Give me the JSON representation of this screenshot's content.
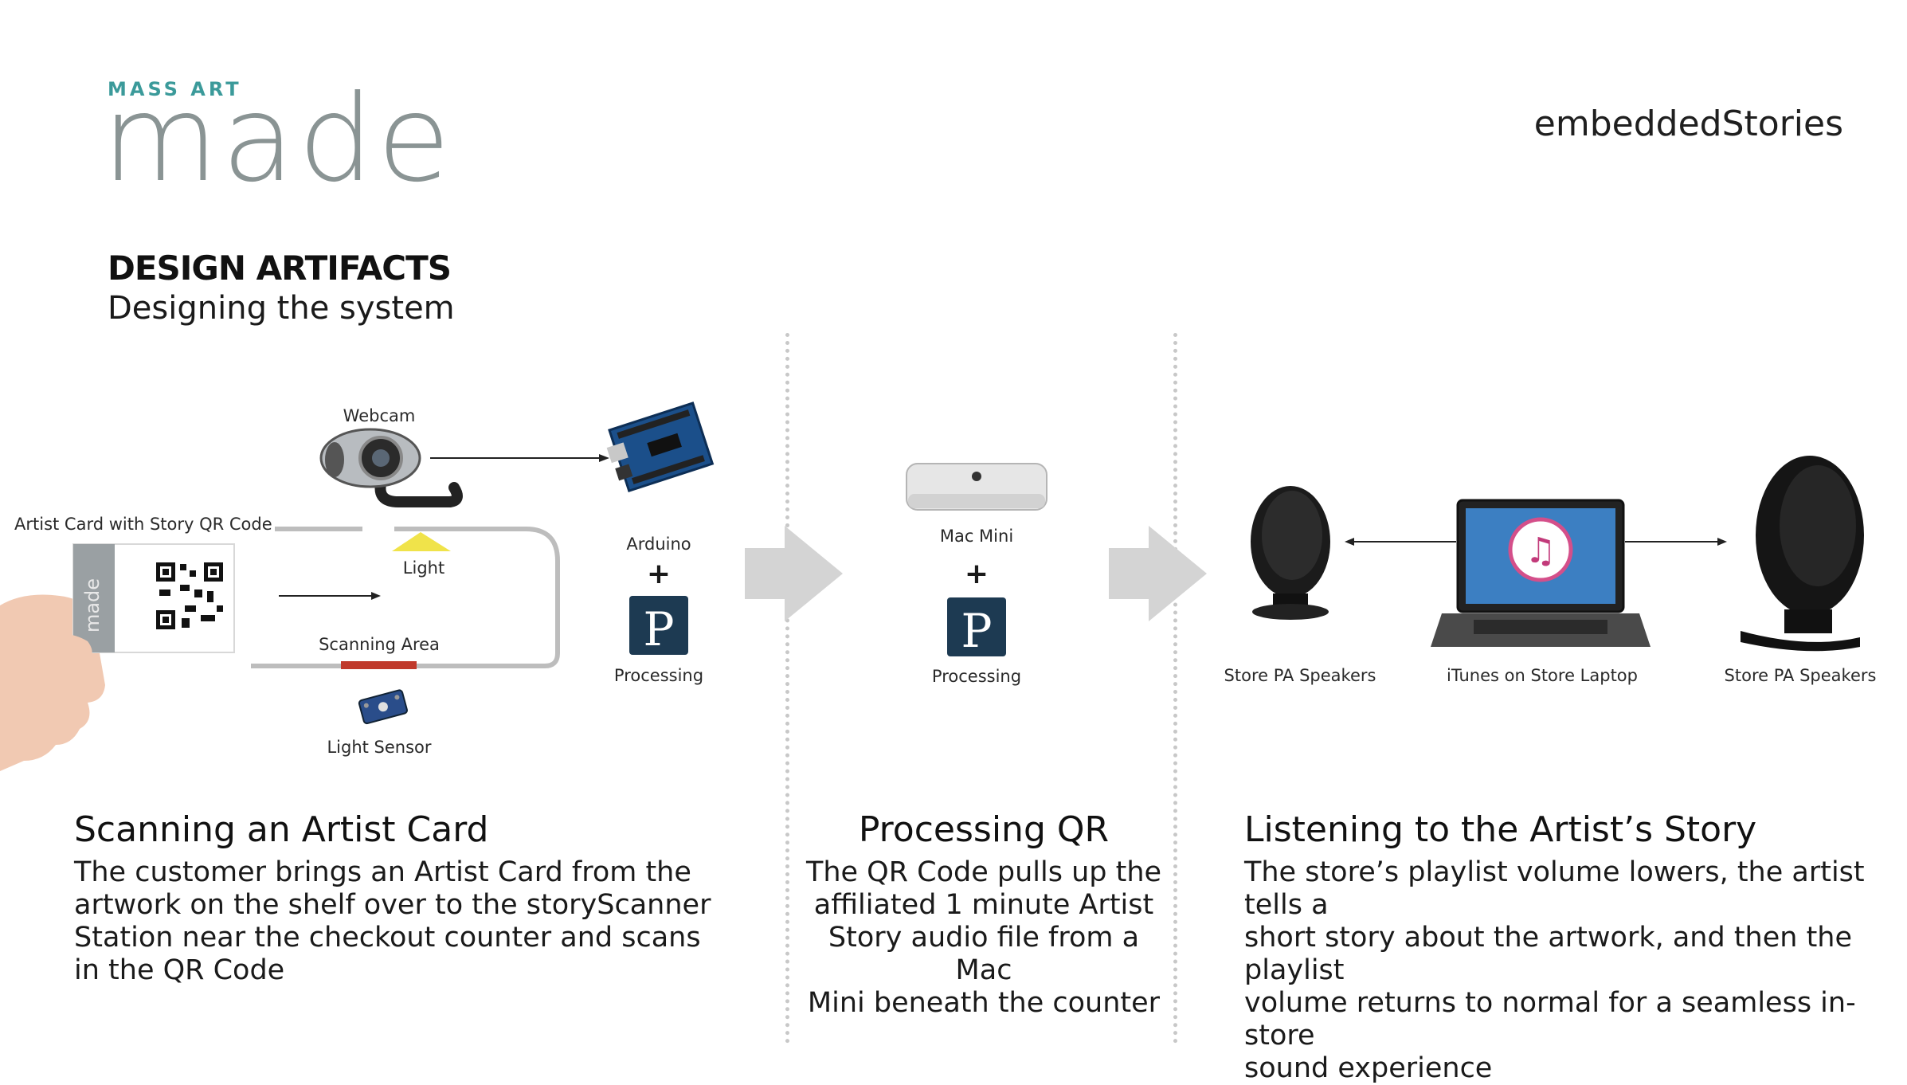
{
  "brand": {
    "logo_small": "MASS ART",
    "logo_big": "made",
    "title": "embeddedStories"
  },
  "header": {
    "heading": "DESIGN ARTIFACTS",
    "subheading": "Designing the system"
  },
  "diagram": {
    "scanning": {
      "webcam": "Webcam",
      "artist_card": "Artist Card with Story QR Code",
      "light": "Light",
      "scanning_area": "Scanning Area",
      "light_sensor": "Light Sensor",
      "arduino": "Arduino",
      "plus": "+",
      "processing": "Processing",
      "processing_logo": "P",
      "card_logo": "made"
    },
    "processing": {
      "mac_mini": "Mac Mini",
      "plus": "+",
      "processing": "Processing",
      "processing_logo": "P"
    },
    "listening": {
      "speaker_left": "Store PA  Speakers",
      "laptop": "iTunes on Store Laptop",
      "speaker_right": "Store PA  Speakers"
    }
  },
  "sections": [
    {
      "title": "Scanning an Artist Card",
      "lines": [
        "The customer brings an Artist Card from the",
        "artwork on the shelf over to the storyScanner",
        "Station near the checkout counter and scans",
        "in the QR Code"
      ]
    },
    {
      "title": "Processing QR",
      "lines": [
        "The QR Code pulls up the",
        "affiliated 1 minute Artist",
        "Story audio file from a Mac",
        "Mini beneath the counter"
      ]
    },
    {
      "title": "Listening to the Artist’s Story",
      "lines": [
        "The store’s playlist volume lowers, the artist tells a",
        "short story about the artwork, and then the playlist",
        "volume returns to normal for a seamless in-store",
        "sound experience"
      ]
    }
  ],
  "colors": {
    "teal": "#3b9a9a",
    "gray_logo": "#8a9494",
    "yellow_light": "#f0e34a",
    "red_scan": "#c0392b",
    "arrow_gray": "#d4d4d4"
  }
}
